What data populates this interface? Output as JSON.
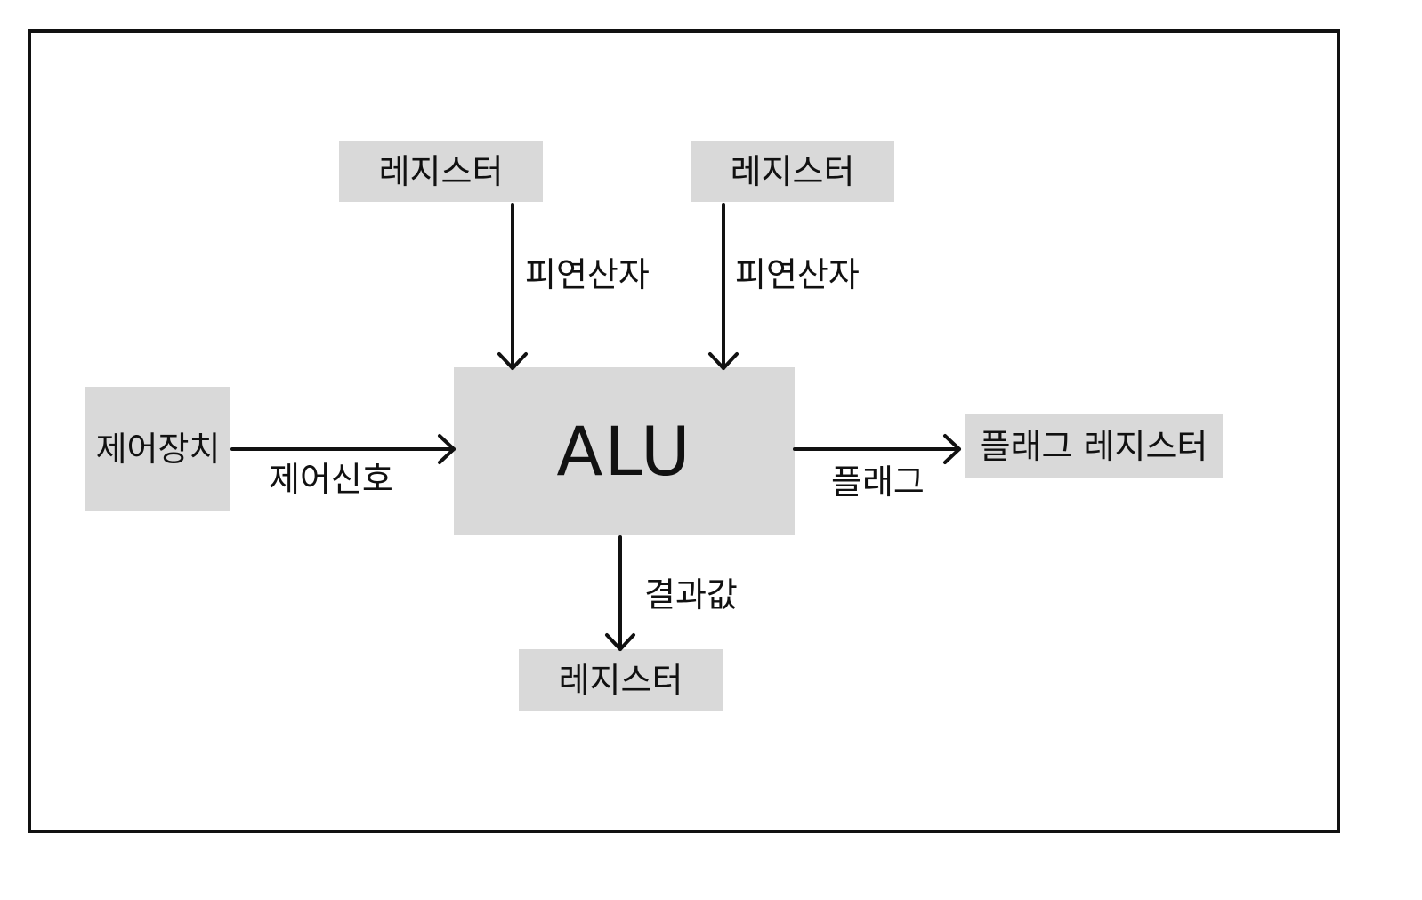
{
  "nodes": {
    "register_top_left": "레지스터",
    "register_top_right": "레지스터",
    "control_unit": "제어장치",
    "alu": "ALU",
    "flag_register": "플래그 레지스터",
    "register_bottom": "레지스터"
  },
  "edges": {
    "operand_left": "피연산자",
    "operand_right": "피연산자",
    "control_signal": "제어신호",
    "flag": "플래그",
    "result": "결과값"
  },
  "colors": {
    "box_fill": "#d9d9d9",
    "line": "#111111",
    "background": "#ffffff"
  }
}
